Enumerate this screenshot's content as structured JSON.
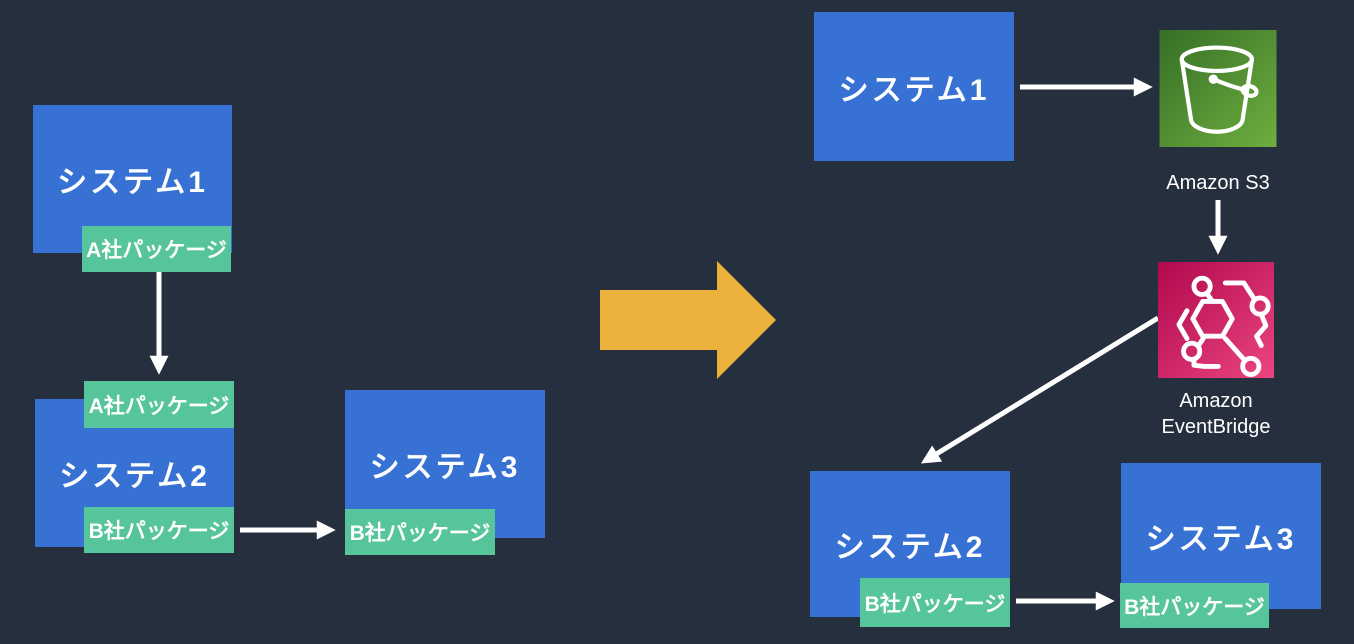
{
  "colors": {
    "background": "#252f3e",
    "box_blue": "#3671d3",
    "label_green": "#57c59c",
    "arrow_yellow": "#ecb23d",
    "connector_white": "#ffffff",
    "s3_green_dark": "#356f27",
    "s3_green_light": "#6fae3e",
    "eventbridge_pink_dark": "#b0084d",
    "eventbridge_pink_light": "#eb4581"
  },
  "before": {
    "system1": {
      "title": "システム1",
      "package": "A社パッケージ"
    },
    "system2": {
      "title": "システム2",
      "package_top": "A社パッケージ",
      "package_bottom": "B社パッケージ"
    },
    "system3": {
      "title": "システム3",
      "package": "B社パッケージ"
    }
  },
  "transition": {
    "arrow": "big-right-arrow"
  },
  "after": {
    "system1": {
      "title": "システム1"
    },
    "s3": {
      "label": "Amazon S3",
      "icon": "s3-bucket-icon"
    },
    "eventbridge": {
      "label_line1": "Amazon",
      "label_line2": "EventBridge",
      "icon": "eventbridge-icon"
    },
    "system2": {
      "title": "システム2",
      "package": "B社パッケージ"
    },
    "system3": {
      "title": "システム3",
      "package": "B社パッケージ"
    }
  }
}
